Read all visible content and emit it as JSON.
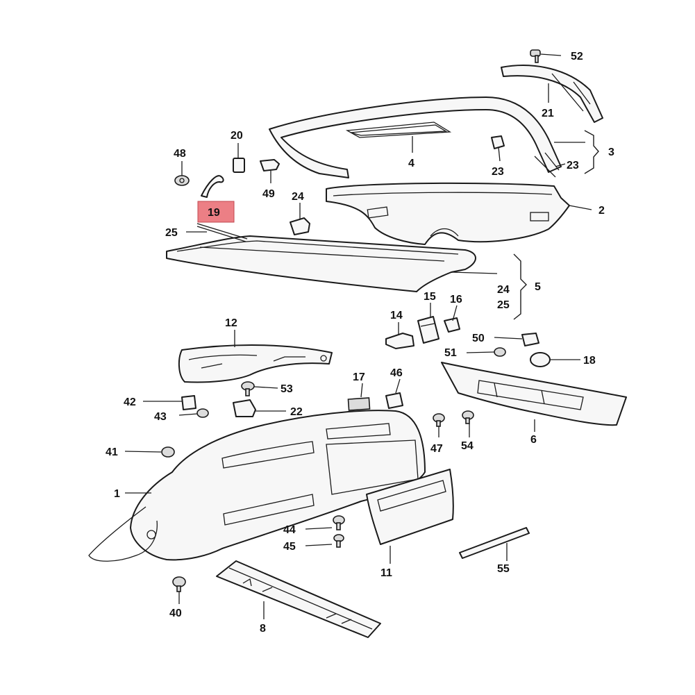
{
  "diagram": {
    "highlight_color": "#ec7f85",
    "line_color": "#1a1a1a",
    "highlighted_callout": "19",
    "callouts": [
      {
        "id": "c52",
        "label": "52"
      },
      {
        "id": "c21",
        "label": "21"
      },
      {
        "id": "c3",
        "label": "3"
      },
      {
        "id": "c23a",
        "label": "23"
      },
      {
        "id": "c23b",
        "label": "23"
      },
      {
        "id": "c4",
        "label": "4"
      },
      {
        "id": "c20",
        "label": "20"
      },
      {
        "id": "c48",
        "label": "48"
      },
      {
        "id": "c49",
        "label": "49"
      },
      {
        "id": "c19",
        "label": "19"
      },
      {
        "id": "c24a",
        "label": "24"
      },
      {
        "id": "c2",
        "label": "2"
      },
      {
        "id": "c25a",
        "label": "25"
      },
      {
        "id": "c24b",
        "label": "24"
      },
      {
        "id": "c25b",
        "label": "25"
      },
      {
        "id": "c5",
        "label": "5"
      },
      {
        "id": "c15",
        "label": "15"
      },
      {
        "id": "c16",
        "label": "16"
      },
      {
        "id": "c14",
        "label": "14"
      },
      {
        "id": "c12",
        "label": "12"
      },
      {
        "id": "c50",
        "label": "50"
      },
      {
        "id": "c51",
        "label": "51"
      },
      {
        "id": "c18",
        "label": "18"
      },
      {
        "id": "c17",
        "label": "17"
      },
      {
        "id": "c46",
        "label": "46"
      },
      {
        "id": "c53",
        "label": "53"
      },
      {
        "id": "c42",
        "label": "42"
      },
      {
        "id": "c22",
        "label": "22"
      },
      {
        "id": "c43",
        "label": "43"
      },
      {
        "id": "c6",
        "label": "6"
      },
      {
        "id": "c47",
        "label": "47"
      },
      {
        "id": "c54",
        "label": "54"
      },
      {
        "id": "c41",
        "label": "41"
      },
      {
        "id": "c1",
        "label": "1"
      },
      {
        "id": "c44",
        "label": "44"
      },
      {
        "id": "c45",
        "label": "45"
      },
      {
        "id": "c11",
        "label": "11"
      },
      {
        "id": "c55",
        "label": "55"
      },
      {
        "id": "c40",
        "label": "40"
      },
      {
        "id": "c8",
        "label": "8"
      }
    ]
  }
}
